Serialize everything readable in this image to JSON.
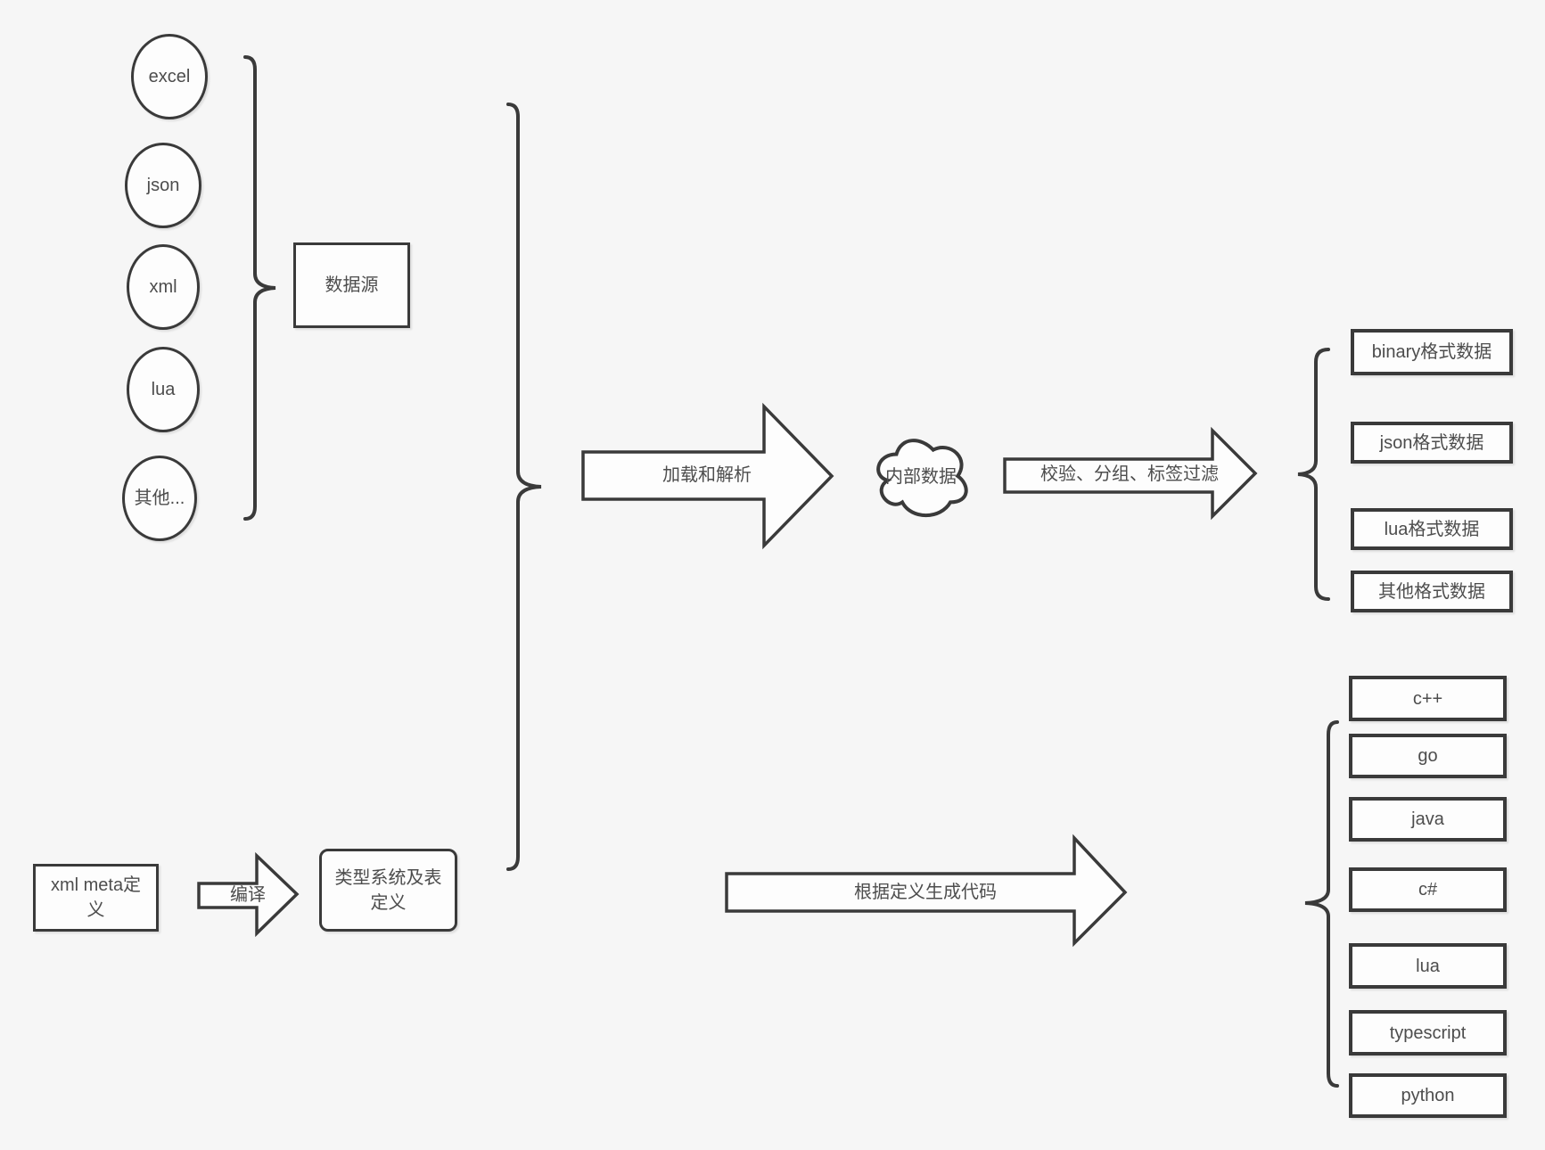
{
  "colors": {
    "background": "#f6f6f6",
    "shape_stroke": "#3a3a3a",
    "shape_fill": "#fdfdfd",
    "text": "#4d4d4d"
  },
  "data_sources": {
    "group_label": "数据源",
    "items": [
      {
        "label": "excel"
      },
      {
        "label": "json"
      },
      {
        "label": "xml"
      },
      {
        "label": "lua"
      },
      {
        "label": "其他..."
      }
    ]
  },
  "pipeline": {
    "load_parse_arrow_label": "加载和解析",
    "internal_data_cloud_label": "内部数据",
    "filter_arrow_label": "校验、分组、标签过滤",
    "compile_arrow_label": "编译",
    "codegen_arrow_label": "根据定义生成代码"
  },
  "definitions": {
    "xml_meta_label": "xml meta定义",
    "type_system_label": "类型系统及表定义"
  },
  "output_formats": {
    "items": [
      {
        "label": "binary格式数据"
      },
      {
        "label": "json格式数据"
      },
      {
        "label": "lua格式数据"
      },
      {
        "label": "其他格式数据"
      }
    ]
  },
  "languages": {
    "items": [
      {
        "label": "c++"
      },
      {
        "label": "go"
      },
      {
        "label": "java"
      },
      {
        "label": "c#"
      },
      {
        "label": "lua"
      },
      {
        "label": "typescript"
      },
      {
        "label": "python"
      }
    ]
  }
}
